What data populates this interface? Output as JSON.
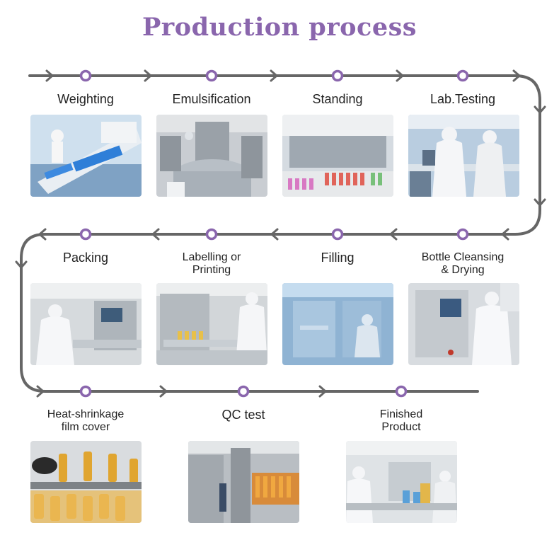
{
  "title": "Production process",
  "colors": {
    "title": "#8a66ad",
    "line": "#666666",
    "node": "#8a66ad"
  },
  "steps": [
    {
      "label": "Weighting"
    },
    {
      "label": "Emulsification"
    },
    {
      "label": "Standing"
    },
    {
      "label": "Lab.Testing"
    },
    {
      "label": "Bottle Cleansing\n& Drying"
    },
    {
      "label": "Filling"
    },
    {
      "label": "Labelling or\nPrinting"
    },
    {
      "label": "Packing"
    },
    {
      "label": "Heat-shrinkage\nfilm cover"
    },
    {
      "label": "QC test"
    },
    {
      "label": "Finished\nProduct"
    }
  ]
}
